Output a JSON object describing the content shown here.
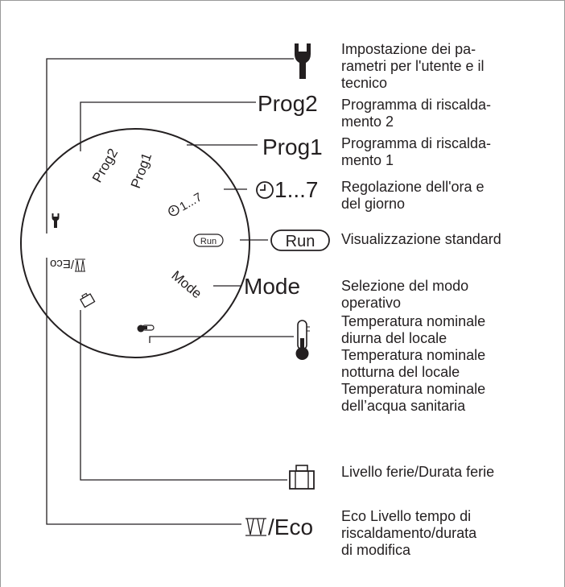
{
  "dial": {
    "labels": {
      "prog2": "Prog2",
      "prog1": "Prog1",
      "clock": "1...7",
      "run": "Run",
      "mode": "Mode",
      "eco": "/Eco"
    }
  },
  "callouts": {
    "prog2": "Prog2",
    "prog1": "Prog1",
    "clock": "1...7",
    "run": "Run",
    "mode": "Mode",
    "eco": "/Eco"
  },
  "descriptions": {
    "wrench": [
      "Impostazione dei pa-",
      "rametri per l'utente e il",
      "tecnico"
    ],
    "prog2": [
      "Programma di riscalda-",
      "mento 2"
    ],
    "prog1": [
      "Programma di riscalda-",
      "mento 1"
    ],
    "clock": [
      "Regolazione dell'ora e",
      "del giorno"
    ],
    "run": [
      "Visualizzazione standard"
    ],
    "mode": [
      "Selezione del modo",
      "operativo"
    ],
    "temperature": [
      "Temperatura nominale",
      "diurna del locale",
      "Temperatura nominale",
      "notturna del locale",
      "Temperatura nominale",
      "dell’acqua sanitaria"
    ],
    "holiday": [
      "Livello ferie/Durata ferie"
    ],
    "eco": [
      "Eco Livello tempo di",
      "riscaldamento/durata",
      "di modifica"
    ]
  },
  "icons": [
    "wrench-icon",
    "clock-icon",
    "thermometer-icon",
    "suitcase-icon",
    "eco-glasses-icon",
    "run-badge-icon"
  ]
}
